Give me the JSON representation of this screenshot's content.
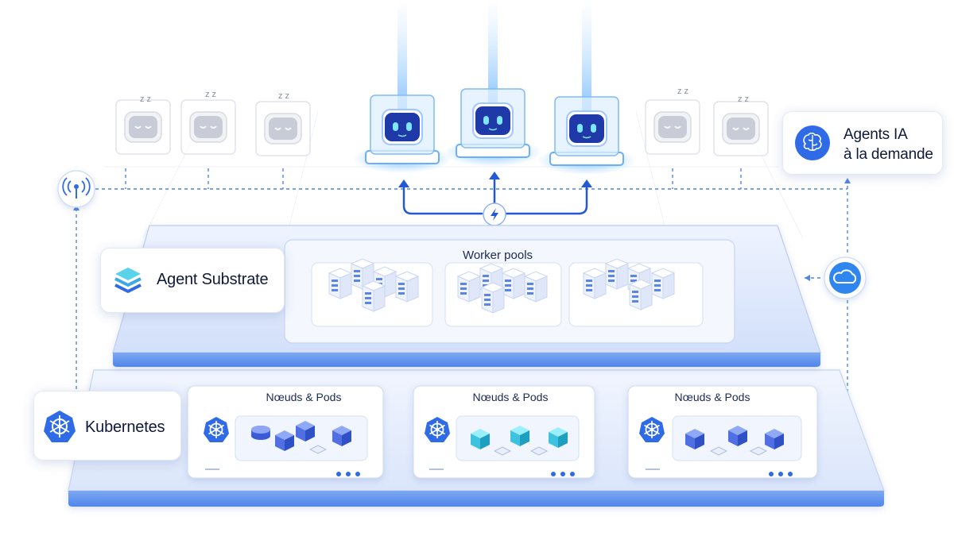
{
  "labels": {
    "agents_line1": "Agents IA",
    "agents_line2": "à la demande",
    "agent_substrate": "Agent Substrate",
    "worker_pools": "Worker pools",
    "kubernetes": "Kubernetes"
  },
  "nodes": [
    {
      "title": "Nœuds & Pods"
    },
    {
      "title": "Nœuds & Pods"
    },
    {
      "title": "Nœuds & Pods"
    }
  ],
  "sleep_glyph": "z z",
  "icons": {
    "agents": "brain-icon",
    "substrate": "layers-icon",
    "kubernetes": "kubernetes-helm-icon",
    "antenna": "antenna-icon",
    "cloud": "cloud-icon",
    "trigger": "lightning-icon"
  },
  "colors": {
    "accent": "#2f6be6",
    "substrate_fill": "#dfe8fb",
    "k8s_fill": "#e5eefc",
    "active_glow": "#5fa8ff",
    "idle": "#c9ccd4",
    "teal_cube": "#3ec0dc"
  }
}
